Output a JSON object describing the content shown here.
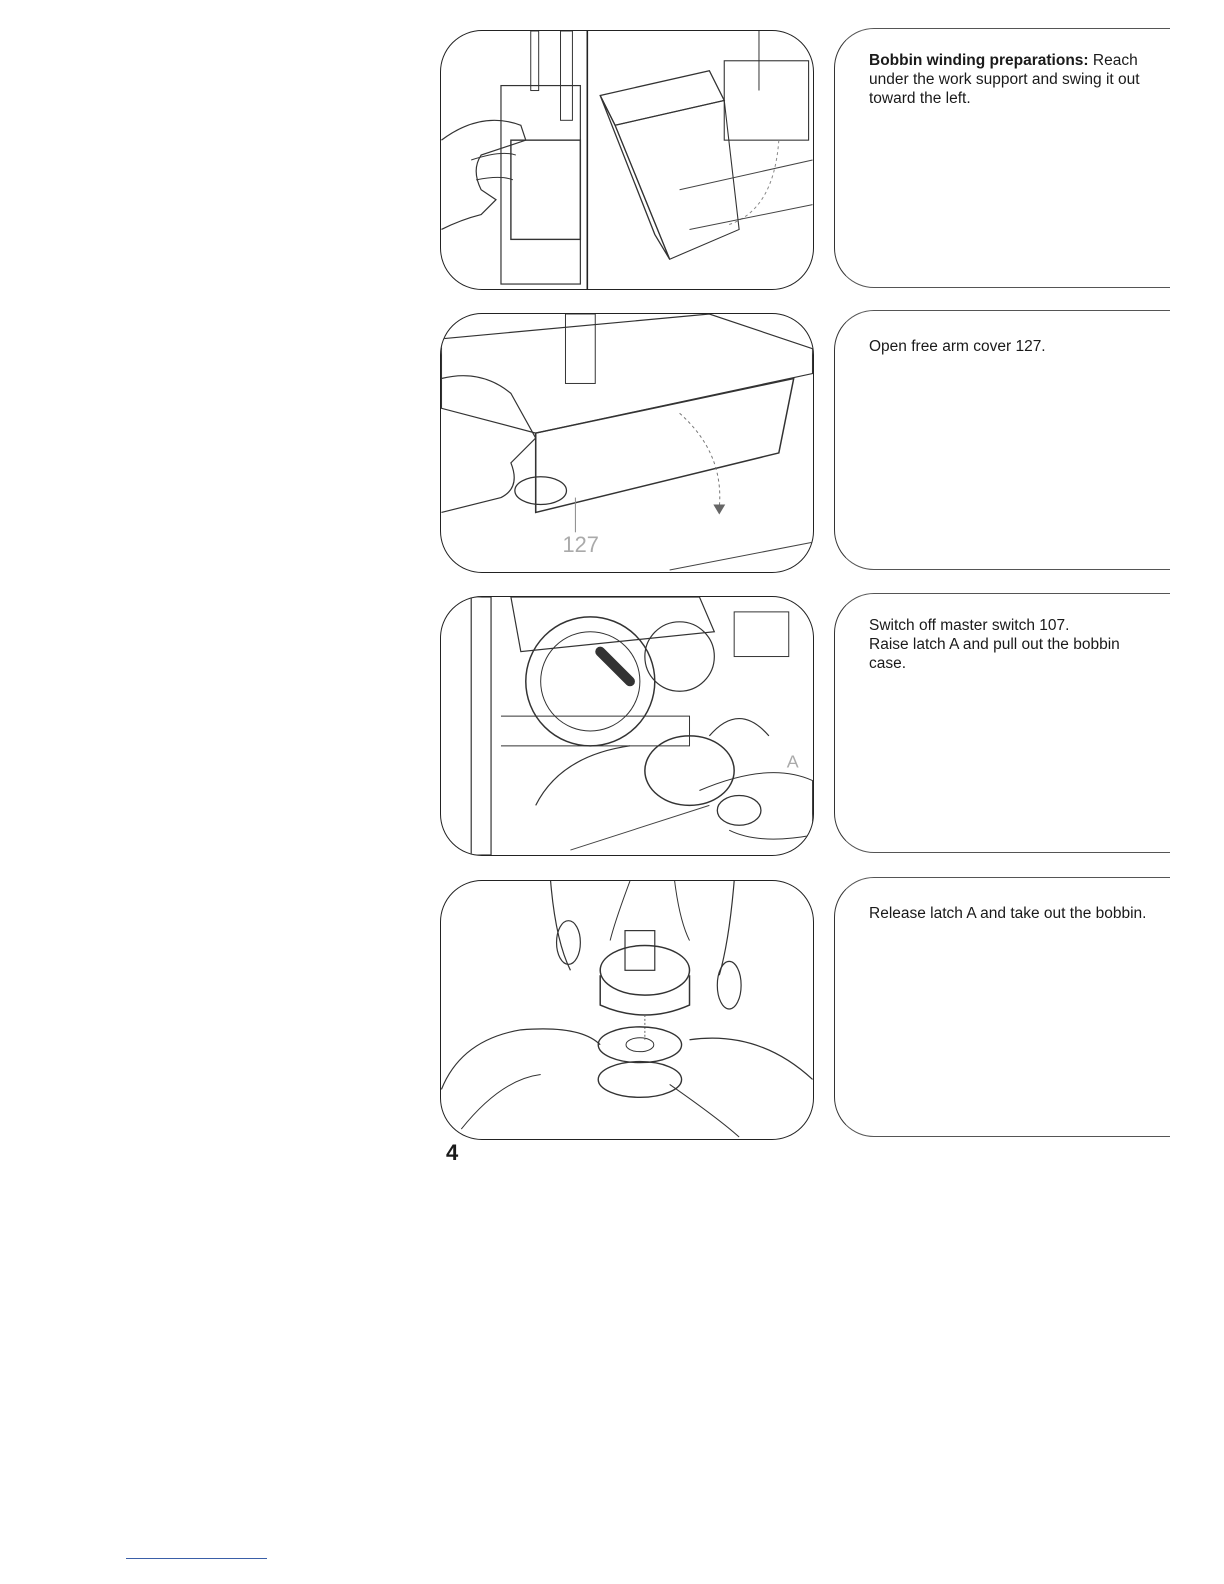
{
  "steps": [
    {
      "image_icon": "work-support-swing-illustration",
      "heading": "Bobbin winding preparations:",
      "text": "Reach under the work support and swing it out toward the left."
    },
    {
      "image_icon": "free-arm-cover-illustration",
      "callout": "127",
      "text": "Open free arm cover 127."
    },
    {
      "image_icon": "bobbin-case-removal-illustration",
      "callout": "A",
      "text_line1": "Switch off master switch 107.",
      "text_line2": "Raise latch A and pull out the bobbin case."
    },
    {
      "image_icon": "bobbin-release-illustration",
      "text": "Release latch A and take out the bobbin."
    }
  ],
  "page_number": "4"
}
